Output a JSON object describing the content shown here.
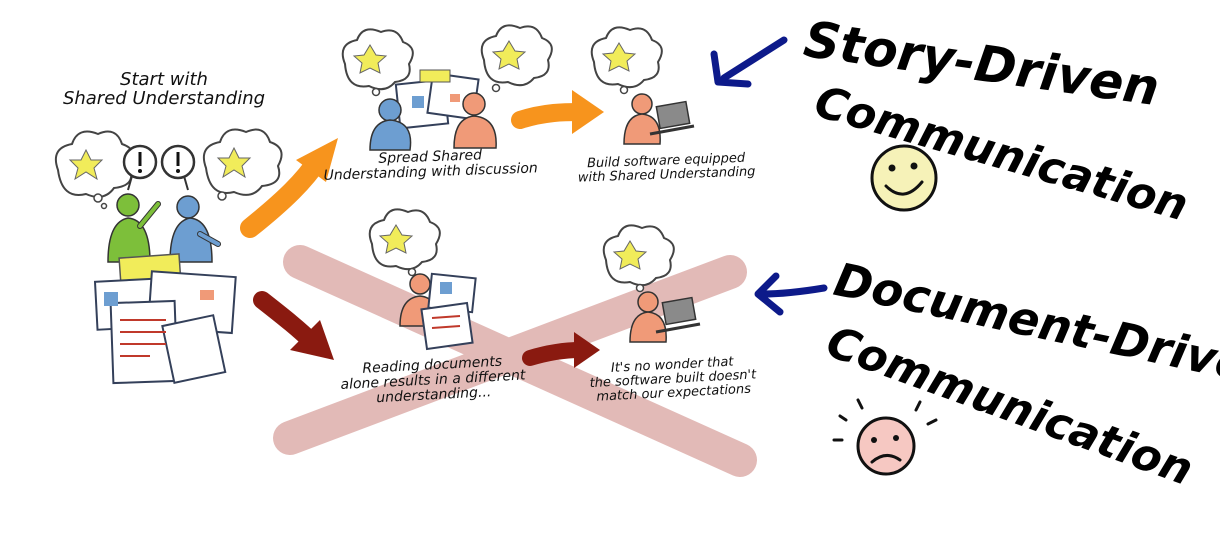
{
  "start": {
    "lines": [
      "Start with",
      "Shared Understanding"
    ]
  },
  "story_path": {
    "heading_lines": [
      "Story-Driven",
      "Communication"
    ],
    "steps": [
      {
        "lines": [
          "Spread Shared",
          "Understanding with discussion"
        ]
      },
      {
        "lines": [
          "Build software equipped",
          "with Shared Understanding"
        ]
      }
    ],
    "face": "happy-face-icon",
    "arrow_color": "#f7941d",
    "pointer_color": "#0d1a8a"
  },
  "document_path": {
    "heading_lines": [
      "Document-Driven",
      "Communication"
    ],
    "steps": [
      {
        "lines": [
          "Reading documents",
          "alone results in a different",
          "understanding..."
        ]
      },
      {
        "lines": [
          "It's no wonder that",
          "the software built doesn't",
          "match our expectations"
        ]
      }
    ],
    "face": "sad-face-icon",
    "arrow_color": "#8a1a10",
    "cross_color": "#d9a3a0",
    "pointer_color": "#0d1a8a"
  },
  "colors": {
    "happy_face": "#f6f2b8",
    "sad_face": "#f6c8c2",
    "person_green": "#7dbf3a",
    "person_blue": "#6d9ed1",
    "person_orange": "#f09a78",
    "idea_star": "#f1ec5a"
  }
}
